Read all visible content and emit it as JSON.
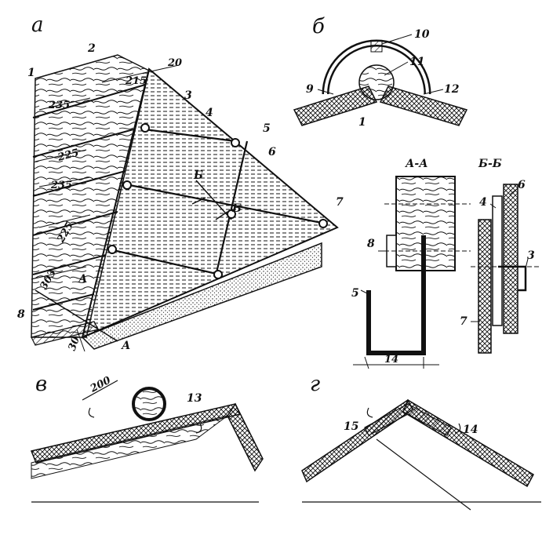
{
  "panels": {
    "a": "а",
    "b": "б",
    "v": "в",
    "g": "г"
  },
  "callouts": {
    "n1": "1",
    "n2": "2",
    "n3": "3",
    "n4": "4",
    "n5": "5",
    "n6": "6",
    "n7": "7",
    "n8": "8",
    "n9": "9",
    "n10": "10",
    "n11": "11",
    "n12": "12",
    "n13": "13",
    "n14": "14",
    "n15": "15"
  },
  "dimensions": {
    "d20": "20",
    "d215": "215",
    "d235a": "235",
    "d225a": "225",
    "d235b": "235",
    "d225b": "225",
    "d303": "303",
    "d30": "30",
    "d14": "14",
    "d200": "200"
  },
  "sections": {
    "aa": "А-А",
    "bb": "Б-Б",
    "a_mark1": "А",
    "a_mark2": "А",
    "b_mark1": "Б",
    "b_mark2": "Б"
  },
  "colors": {
    "ink": "#111111",
    "paper": "#ffffff"
  }
}
